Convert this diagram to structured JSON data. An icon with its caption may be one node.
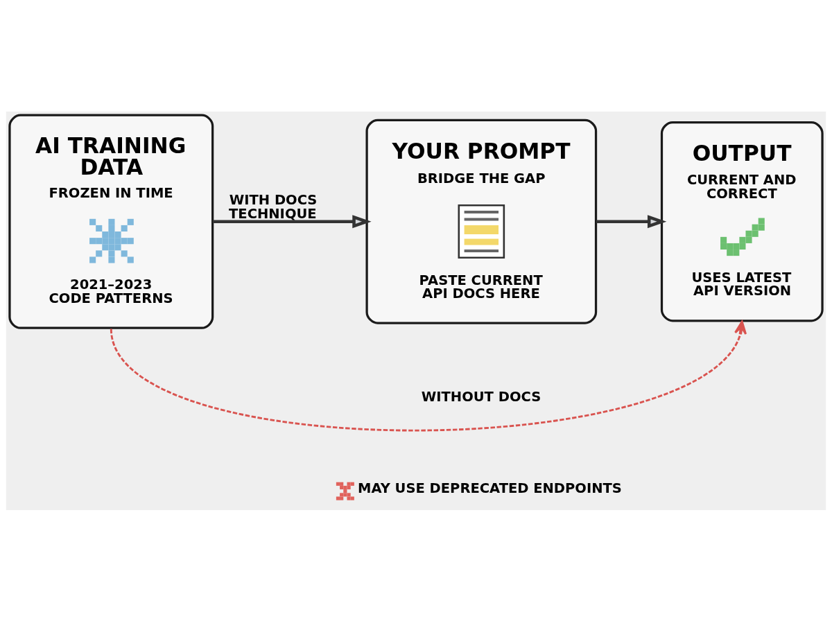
{
  "diagram": {
    "nodes": [
      {
        "text": [
          "AI TRAINING DATA",
          "FROZEN IN TIME",
          "2021–2023 CODE PATTERNS"
        ]
      },
      {
        "text": [
          "YOUR PROMPT",
          "BRIDGE THE GAP",
          "PASTE CURRENT API DOCS HERE"
        ]
      },
      {
        "text": [
          "OUTPUT",
          "CURRENT AND CORRECT",
          "USES LATEST API VERSION"
        ]
      }
    ],
    "edges": [
      {
        "from": 0,
        "to": 1,
        "arrow": "to",
        "label": "WITH DOCS TECHNIQUE"
      },
      {
        "from": 1,
        "to": 2,
        "arrow": "to"
      },
      {
        "from": 0,
        "to": 2,
        "arrow": "to",
        "label": "WITHOUT DOCS",
        "style": "dashed",
        "color": "#d9534f"
      }
    ],
    "labels": [
      "MAY USE DEPRECATED ENDPOINTS"
    ]
  }
}
